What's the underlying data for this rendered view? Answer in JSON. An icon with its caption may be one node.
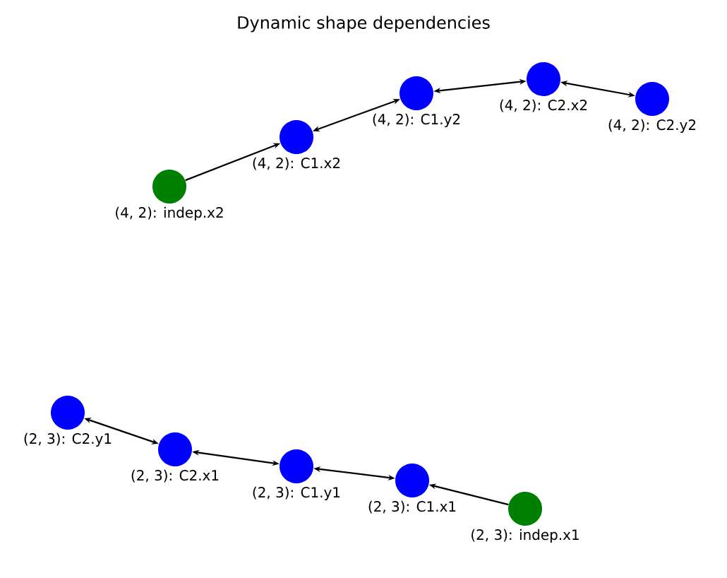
{
  "diagram": {
    "title": "Dynamic shape dependencies",
    "nodes": [
      {
        "text": [
          "(4, 2): indep.x2"
        ]
      },
      {
        "text": [
          "(4, 2): C1.x2"
        ]
      },
      {
        "text": [
          "(4, 2): C1.y2"
        ]
      },
      {
        "text": [
          "(4, 2): C2.x2"
        ]
      },
      {
        "text": [
          "(4, 2): C2.y2"
        ]
      },
      {
        "text": [
          "(2, 3): C2.y1"
        ]
      },
      {
        "text": [
          "(2, 3): C2.x1"
        ]
      },
      {
        "text": [
          "(2, 3): C1.y1"
        ]
      },
      {
        "text": [
          "(2, 3): C1.x1"
        ]
      },
      {
        "text": [
          "(2, 3): indep.x1"
        ]
      }
    ],
    "edges": [
      {
        "from": 0,
        "to": 1,
        "arrow": "to"
      },
      {
        "from": 1,
        "to": 2,
        "arrow": "both"
      },
      {
        "from": 2,
        "to": 3,
        "arrow": "both"
      },
      {
        "from": 3,
        "to": 4,
        "arrow": "both"
      },
      {
        "from": 9,
        "to": 8,
        "arrow": "to"
      },
      {
        "from": 8,
        "to": 7,
        "arrow": "both"
      },
      {
        "from": 7,
        "to": 6,
        "arrow": "both"
      },
      {
        "from": 6,
        "to": 5,
        "arrow": "both"
      }
    ]
  }
}
